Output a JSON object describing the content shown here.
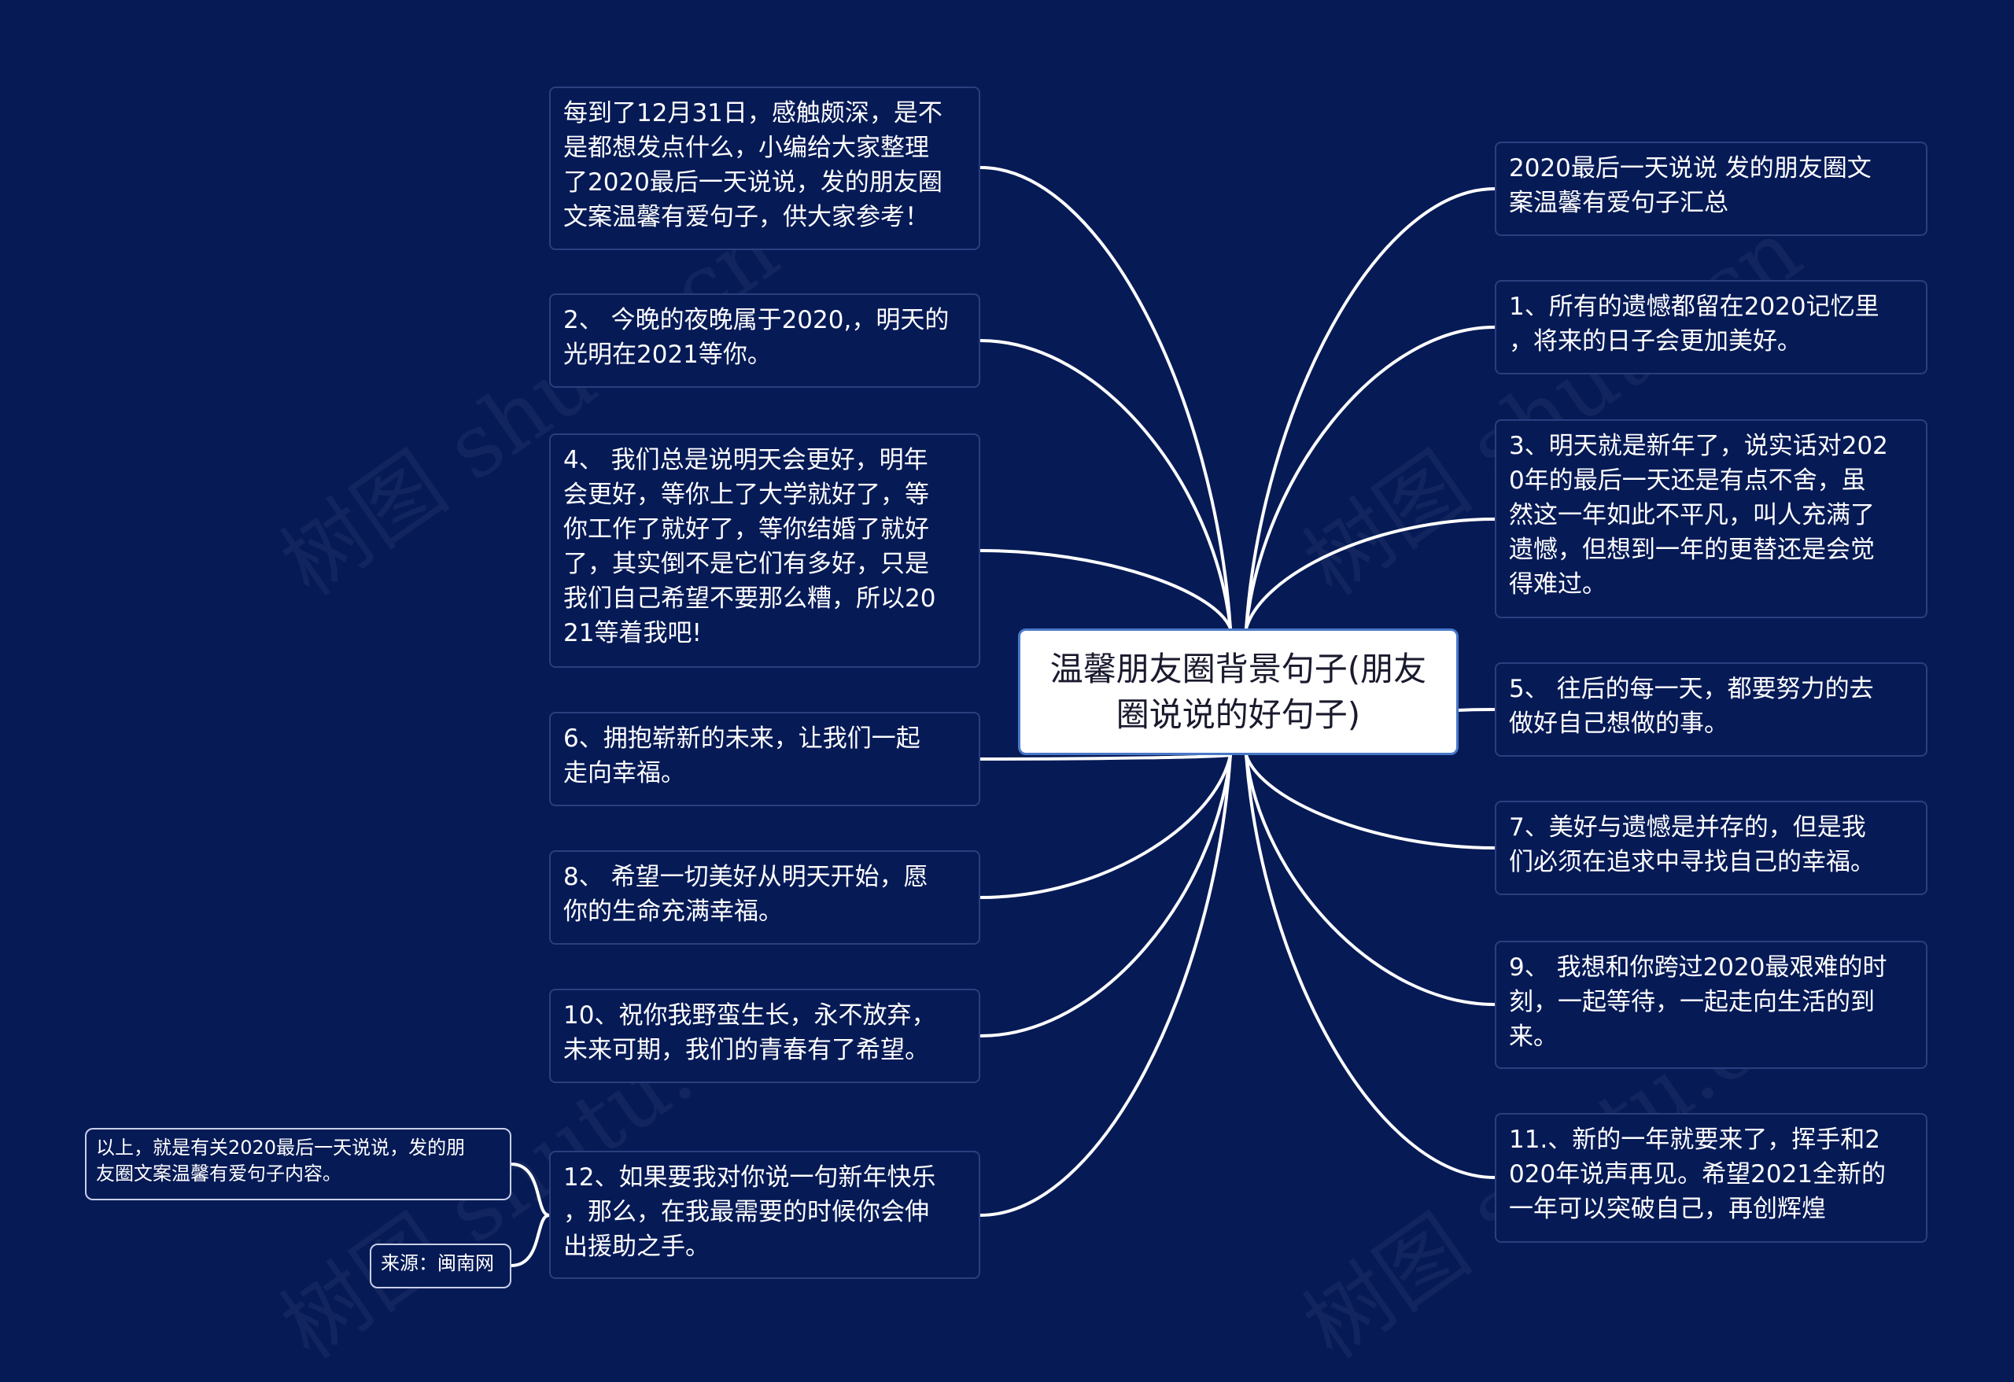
{
  "root": {
    "text": "温馨朋友圈背景句子(朋友\n圈说说的好句子)"
  },
  "left_nodes": [
    {
      "text": "每到了12月31日，感触颇深，是不\n是都想发点什么，小编给大家整理\n了2020最后一天说说，发的朋友圈\n文案温馨有爱句子，供大家参考！"
    },
    {
      "text": "2、 今晚的夜晚属于2020,，明天的\n光明在2021等你。"
    },
    {
      "text": "4、 我们总是说明天会更好，明年\n会更好，等你上了大学就好了，等\n你工作了就好了，等你结婚了就好\n了，其实倒不是它们有多好，只是\n我们自己希望不要那么糟，所以20\n21等着我吧!"
    },
    {
      "text": "6、拥抱崭新的未来，让我们一起\n走向幸福。"
    },
    {
      "text": "8、 希望一切美好从明天开始，愿\n你的生命充满幸福。"
    },
    {
      "text": "10、祝你我野蛮生长，永不放弃，\n未来可期，我们的青春有了希望。"
    },
    {
      "text": "12、如果要我对你说一句新年快乐\n，那么，在我最需要的时候你会伸\n出援助之手。"
    }
  ],
  "right_nodes": [
    {
      "text": "2020最后一天说说 发的朋友圈文\n案温馨有爱句子汇总"
    },
    {
      "text": "1、所有的遗憾都留在2020记忆里\n，将来的日子会更加美好。"
    },
    {
      "text": "3、明天就是新年了，说实话对202\n0年的最后一天还是有点不舍，虽\n然这一年如此不平凡，叫人充满了\n遗憾，但想到一年的更替还是会觉\n得难过。"
    },
    {
      "text": "5、 往后的每一天，都要努力的去\n做好自己想做的事。"
    },
    {
      "text": "7、美好与遗憾是并存的，但是我\n们必须在追求中寻找自己的幸福。"
    },
    {
      "text": "9、 我想和你跨过2020最艰难的时\n刻，一起等待，一起走向生活的到\n来。"
    },
    {
      "text": "11.、新的一年就要来了，挥手和2\n020年说声再见。希望2021全新的\n一年可以突破自己，再创辉煌"
    }
  ],
  "sub_nodes": [
    {
      "text": "以上，就是有关2020最后一天说说，发的朋\n友圈文案温馨有爱句子内容。"
    },
    {
      "text": "来源：闽南网"
    }
  ],
  "watermark": {
    "text": "树图 shutu.cn"
  },
  "colors": {
    "background": "#061a56",
    "line": "#ffffff",
    "node_border": "#2a3f7e",
    "root_border": "#4a78c8"
  }
}
